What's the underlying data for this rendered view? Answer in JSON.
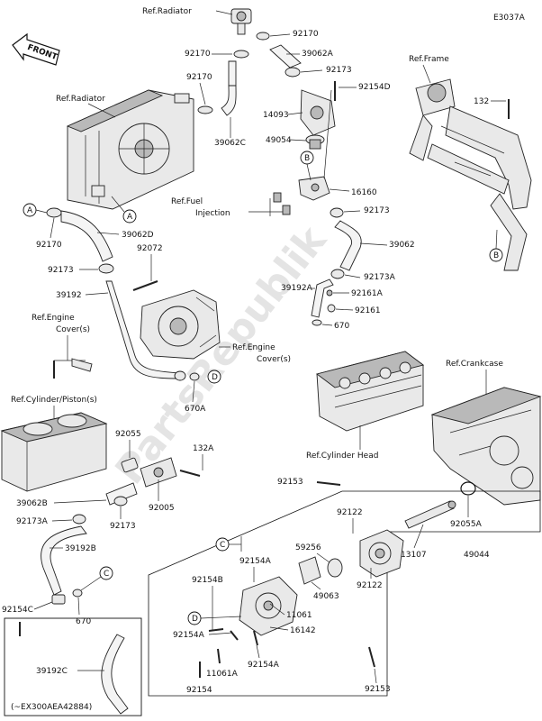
{
  "diagram_code": "E3037A",
  "front_label": "FRONT",
  "watermark": "PartsRepublik",
  "refs": {
    "radiator_top": "Ref.Radiator",
    "radiator": "Ref.Radiator",
    "frame": "Ref.Frame",
    "fuel_injection_1": "Ref.Fuel",
    "fuel_injection_2": "Injection",
    "engine_cover_left_1": "Ref.Engine",
    "engine_cover_left_2": "Cover(s)",
    "engine_cover_right_1": "Ref.Engine",
    "engine_cover_right_2": "Cover(s)",
    "crankcase": "Ref.Crankcase",
    "cylinder_piston": "Ref.Cylinder/Piston(s)",
    "cylinder_head": "Ref.Cylinder Head"
  },
  "callouts": {
    "A": "A",
    "B": "B",
    "C": "C",
    "D": "D"
  },
  "parts": {
    "p92170_a": "92170",
    "p92170_b": "92170",
    "p39062A": "39062A",
    "p92170_c": "92170",
    "p92173_a": "92173",
    "p92154D": "92154D",
    "p14093": "14093",
    "p39062C": "39062C",
    "p49054": "49054",
    "p132": "132",
    "p16160": "16160",
    "p92173_b": "92173",
    "p92170_d": "92170",
    "p39062D": "39062D",
    "p92072": "92072",
    "p39062": "39062",
    "p92173_c": "92173",
    "p92173A_a": "92173A",
    "p39192": "39192",
    "p39192A": "39192A",
    "p92161A": "92161A",
    "p92161": "92161",
    "p670_a": "670",
    "p670A": "670A",
    "p92055": "92055",
    "p132A": "132A",
    "p39062B": "39062B",
    "p92005": "92005",
    "p92173A_b": "92173A",
    "p92173_d": "92173",
    "p39192B": "39192B",
    "p92154C": "92154C",
    "p670_b": "670",
    "p92153_a": "92153",
    "p92122_a": "92122",
    "p92055A": "92055A",
    "p92154A_a": "92154A",
    "p59256": "59256",
    "p13107": "13107",
    "p49044": "49044",
    "p92154B": "92154B",
    "p49063": "49063",
    "p92122_b": "92122",
    "p11061": "11061",
    "p92154A_b": "92154A",
    "p16142": "16142",
    "p92154A_c": "92154A",
    "p11061A": "11061A",
    "p92154": "92154",
    "p92153_b": "92153",
    "p39192C": "39192C",
    "serial_note": "(~EX300AEA42884)"
  }
}
